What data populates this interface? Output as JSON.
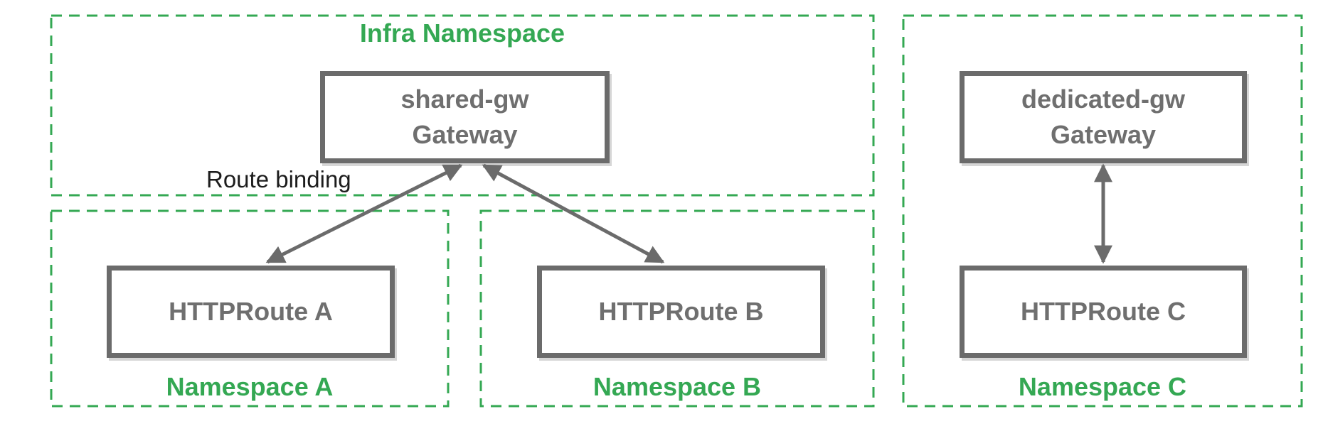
{
  "colors": {
    "namespace_green": "#34a853",
    "node_gray": "#6b6b6b",
    "label_black": "#1c1c1c",
    "background": "#ffffff"
  },
  "infra_namespace": {
    "label": "Infra Namespace",
    "gateway": {
      "name": "shared-gw",
      "kind": "Gateway"
    }
  },
  "route_binding_label": "Route binding",
  "namespace_a": {
    "label": "Namespace A",
    "route": "HTTPRoute A"
  },
  "namespace_b": {
    "label": "Namespace B",
    "route": "HTTPRoute B"
  },
  "namespace_c": {
    "label": "Namespace C",
    "gateway": {
      "name": "dedicated-gw",
      "kind": "Gateway"
    },
    "route": "HTTPRoute C"
  },
  "edges": [
    {
      "from": "HTTPRoute A",
      "to": "shared-gw Gateway",
      "relation": "route binding",
      "arrowheads": "both"
    },
    {
      "from": "HTTPRoute B",
      "to": "shared-gw Gateway",
      "relation": "route binding",
      "arrowheads": "both"
    },
    {
      "from": "HTTPRoute C",
      "to": "dedicated-gw Gateway",
      "relation": "route binding",
      "arrowheads": "both"
    }
  ]
}
